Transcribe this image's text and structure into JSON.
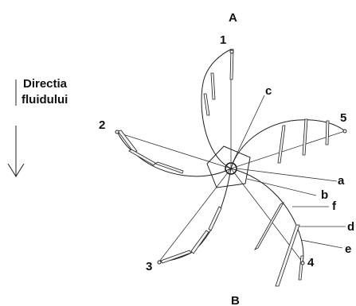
{
  "top_label": "A",
  "bottom_label": "B",
  "flow_label": {
    "line1": "Directia",
    "line2": "fluidului"
  },
  "blade_numbers": [
    "1",
    "2",
    "3",
    "4",
    "5"
  ],
  "part_letters": [
    "a",
    "b",
    "c",
    "d",
    "e",
    "f"
  ]
}
